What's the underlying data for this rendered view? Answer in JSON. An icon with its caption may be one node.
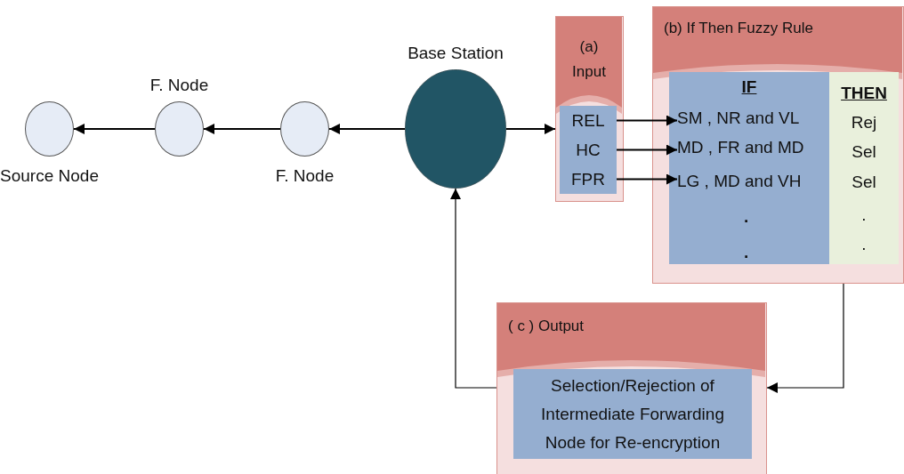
{
  "diagram": {
    "nodes": [
      {
        "text": [
          "Source Node"
        ]
      },
      {
        "text": [
          "F. Node"
        ]
      },
      {
        "text": [
          "F. Node"
        ]
      },
      {
        "text": [
          "Base Station"
        ]
      },
      {
        "text": [
          "(a) Input"
        ]
      },
      {
        "text": [
          "REL"
        ],
        "in": 4
      },
      {
        "text": [
          "HC"
        ],
        "in": 4
      },
      {
        "text": [
          "FPR"
        ],
        "in": 4
      },
      {
        "text": [
          "(b) If Then Fuzzy Rule"
        ]
      },
      {
        "text": [
          "IF"
        ],
        "in": 8
      },
      {
        "text": [
          "SM , NR and VL"
        ],
        "in": 9
      },
      {
        "text": [
          "MD , FR and MD"
        ],
        "in": 9
      },
      {
        "text": [
          "LG , MD and VH"
        ],
        "in": 9
      },
      {
        "text": [
          "THEN",
          "Rej",
          "Sel",
          "Sel",
          ".",
          "."
        ],
        "in": 8
      },
      {
        "text": [
          "( c ) Output"
        ]
      },
      {
        "text": [
          "Selection/Rejection of Intermediate Forwarding Node for Re-encryption"
        ],
        "in": 14
      }
    ],
    "edges": [
      {
        "from": 3,
        "to": 2,
        "arrow": "to"
      },
      {
        "from": 2,
        "to": 1,
        "arrow": "to"
      },
      {
        "from": 1,
        "to": 0,
        "arrow": "to"
      },
      {
        "from": 3,
        "to": 4,
        "arrow": "to"
      },
      {
        "from": 5,
        "to": 10,
        "arrow": "to"
      },
      {
        "from": 6,
        "to": 11,
        "arrow": "to"
      },
      {
        "from": 7,
        "to": 12,
        "arrow": "to"
      },
      {
        "from": 8,
        "to": 14,
        "arrow": "to"
      },
      {
        "from": 14,
        "to": 3,
        "arrow": "to"
      }
    ],
    "labels": [
      ".",
      "."
    ]
  }
}
